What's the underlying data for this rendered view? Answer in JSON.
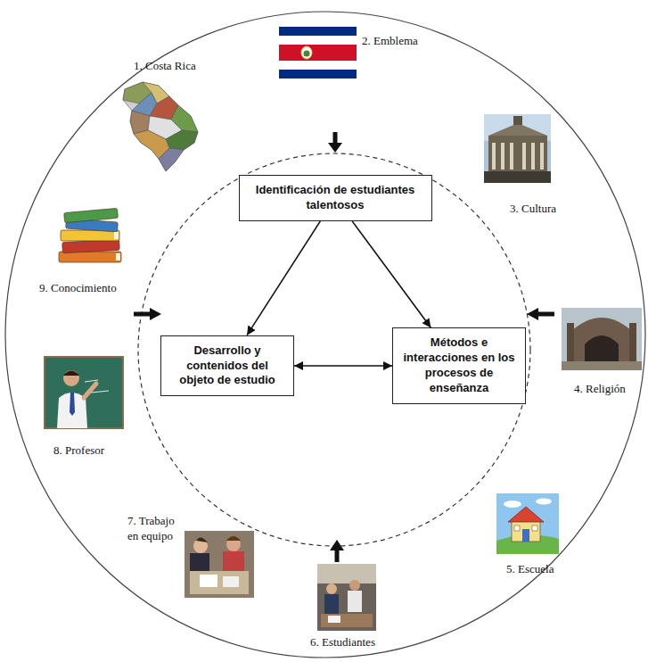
{
  "diagram": {
    "nodes": [
      {
        "text": [
          "Identificación de estudiantes talentosos"
        ]
      },
      {
        "text": [
          "Desarrollo y contenidos del objeto de estudio"
        ]
      },
      {
        "text": [
          "Métodos e interacciones en los procesos de enseñanza"
        ]
      }
    ],
    "edges": [
      {
        "from": 0,
        "to": 1,
        "arrow": "to"
      },
      {
        "from": 0,
        "to": 2,
        "arrow": "to"
      },
      {
        "from": 1,
        "to": 2,
        "arrow": "both"
      }
    ],
    "labels": [
      "1. Costa Rica",
      "2. Emblema",
      "3. Cultura",
      "4. Religión",
      "5. Escuela",
      "6. Estudiantes",
      "7. Trabajo en equipo",
      "8. Profesor",
      "9. Conocimiento"
    ]
  }
}
